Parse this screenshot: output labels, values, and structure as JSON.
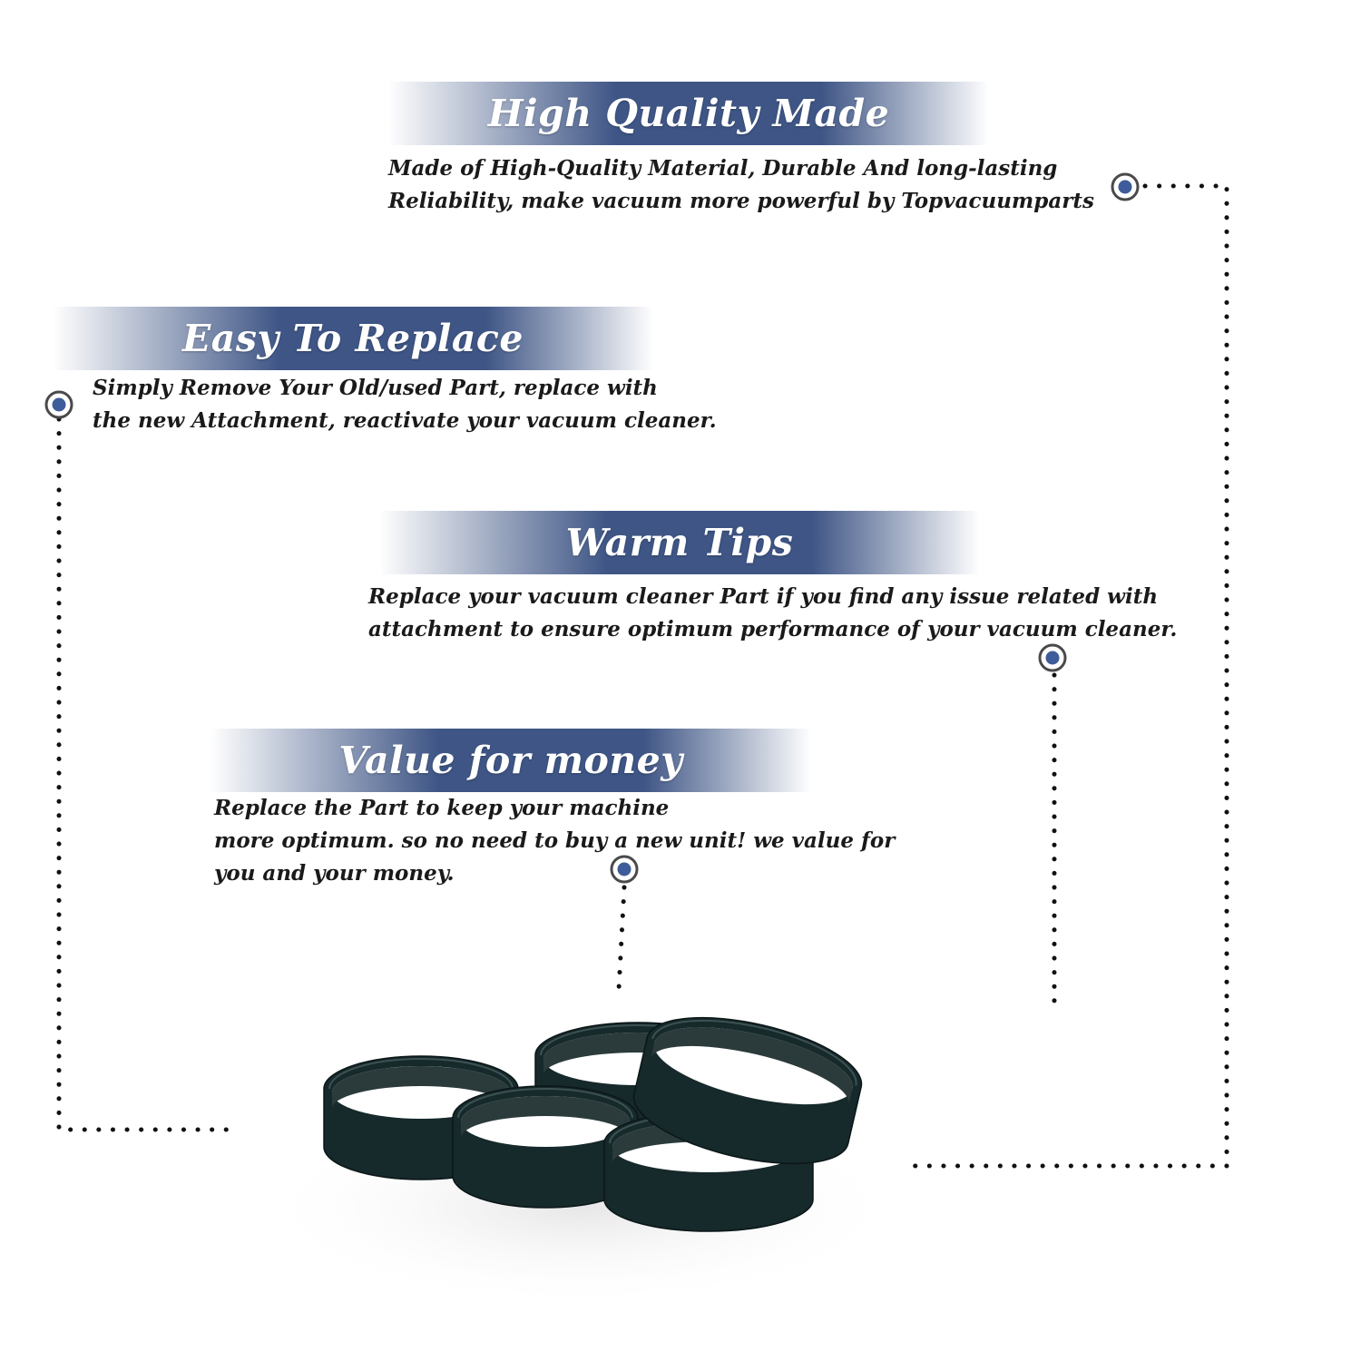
{
  "colors": {
    "banner_dark": "#3e5585",
    "banner_light": "#ffffff",
    "marker_fill": "#3e5c9a",
    "marker_ring": "#4a4a4a",
    "dots": "#111111",
    "belt": "#16292b"
  },
  "sections": [
    {
      "title": "High Quality Made",
      "lines": [
        "Made of  High-Quality Material, Durable And long-lasting",
        "Reliability, make vacuum more powerful by Topvacuumparts"
      ]
    },
    {
      "title": "Easy To Replace",
      "lines": [
        "Simply Remove Your Old/used Part, replace with",
        "the new Attachment, reactivate your vacuum cleaner."
      ]
    },
    {
      "title": "Warm Tips",
      "lines": [
        "Replace your vacuum cleaner Part if you find any issue related with",
        " attachment to ensure optimum performance of your vacuum cleaner."
      ]
    },
    {
      "title": "Value for money",
      "lines": [
        "Replace the Part to keep your machine",
        "more optimum. so no need to buy a new unit! we value for",
        "you and your money."
      ]
    }
  ],
  "product": {
    "icon": "vacuum-belt-icon",
    "count": 5
  }
}
